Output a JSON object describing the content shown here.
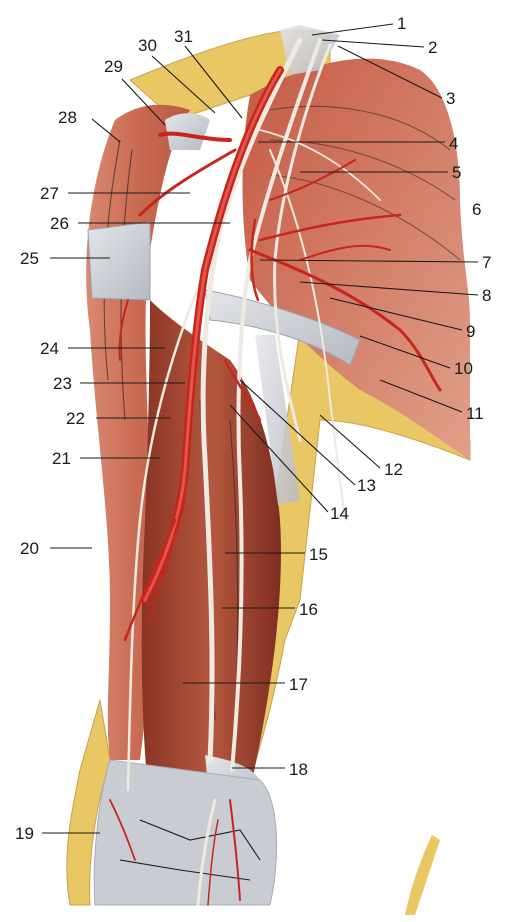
{
  "figure": {
    "callouts": [
      "1",
      "2",
      "3",
      "4",
      "5",
      "6",
      "7",
      "8",
      "9",
      "10",
      "11",
      "12",
      "13",
      "14",
      "15",
      "16",
      "17",
      "18",
      "19",
      "20",
      "21",
      "22",
      "23",
      "24",
      "25",
      "26",
      "27",
      "28",
      "29",
      "30",
      "31"
    ],
    "colors": {
      "skin_fat": "#e9c764",
      "muscle": "#c9705a",
      "muscle_dark": "#8e3a2a",
      "artery": "#c8261c",
      "nerve": "#e6e2dc",
      "tendon": "#c9ccd3",
      "label": "#1a1a1a"
    }
  }
}
